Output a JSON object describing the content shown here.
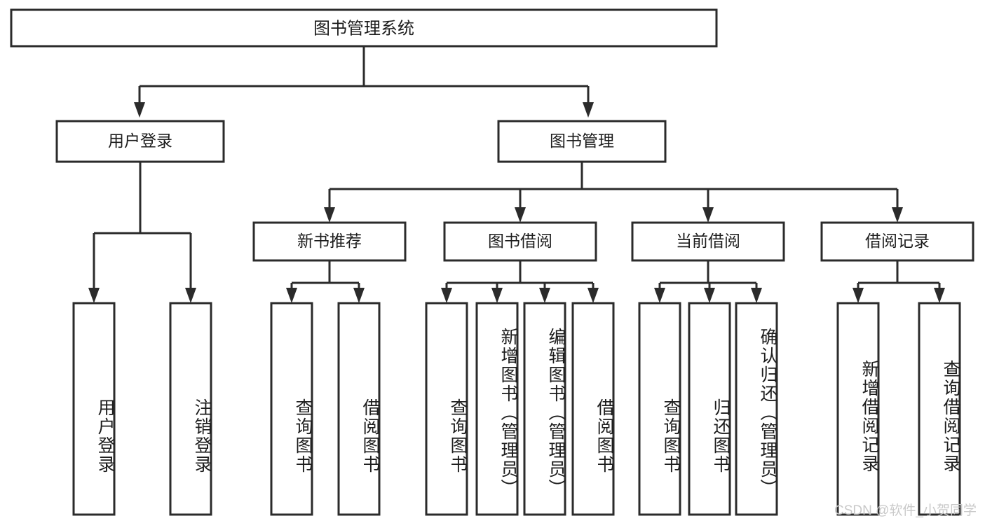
{
  "diagram": {
    "type": "tree-hierarchy",
    "title": "图书管理系统",
    "watermark": "CSDN @软件_小贺同学",
    "colors": {
      "background": "#ffffff",
      "stroke": "#2b2b2b",
      "text": "#1d1d1d",
      "watermark": "#c9c9c9"
    },
    "root": {
      "label": "图书管理系统"
    },
    "level2": [
      {
        "label": "用户登录"
      },
      {
        "label": "图书管理"
      }
    ],
    "level3": [
      {
        "label": "新书推荐"
      },
      {
        "label": "图书借阅"
      },
      {
        "label": "当前借阅"
      },
      {
        "label": "借阅记录"
      }
    ],
    "leaves": {
      "user_login": [
        {
          "label": "用户登录"
        },
        {
          "label": "注销登录"
        }
      ],
      "new_book_recommend": [
        {
          "label": "查询图书"
        },
        {
          "label": "借阅图书"
        }
      ],
      "book_borrow": [
        {
          "label": "查询图书"
        },
        {
          "label": "新增图书（管理员）"
        },
        {
          "label": "编辑图书（管理员）"
        },
        {
          "label": "借阅图书"
        }
      ],
      "current_borrow": [
        {
          "label": "查询图书"
        },
        {
          "label": "归还图书"
        },
        {
          "label": "确认归还（管理员）"
        }
      ],
      "borrow_record": [
        {
          "label": "新增借阅记录"
        },
        {
          "label": "查询借阅记录"
        }
      ]
    }
  }
}
